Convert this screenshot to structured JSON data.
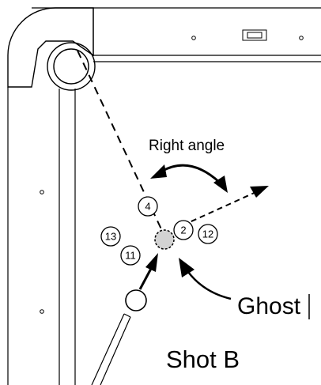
{
  "diagram": {
    "angle_label": "Right angle",
    "ghost_label": "Ghost",
    "shot_label": "Shot B",
    "balls": [
      {
        "number": "4"
      },
      {
        "number": "2"
      },
      {
        "number": "12"
      },
      {
        "number": "13"
      },
      {
        "number": "11"
      }
    ],
    "colors": {
      "line": "#000000",
      "ghost_fill": "#d3d3d3",
      "background": "#ffffff"
    }
  }
}
